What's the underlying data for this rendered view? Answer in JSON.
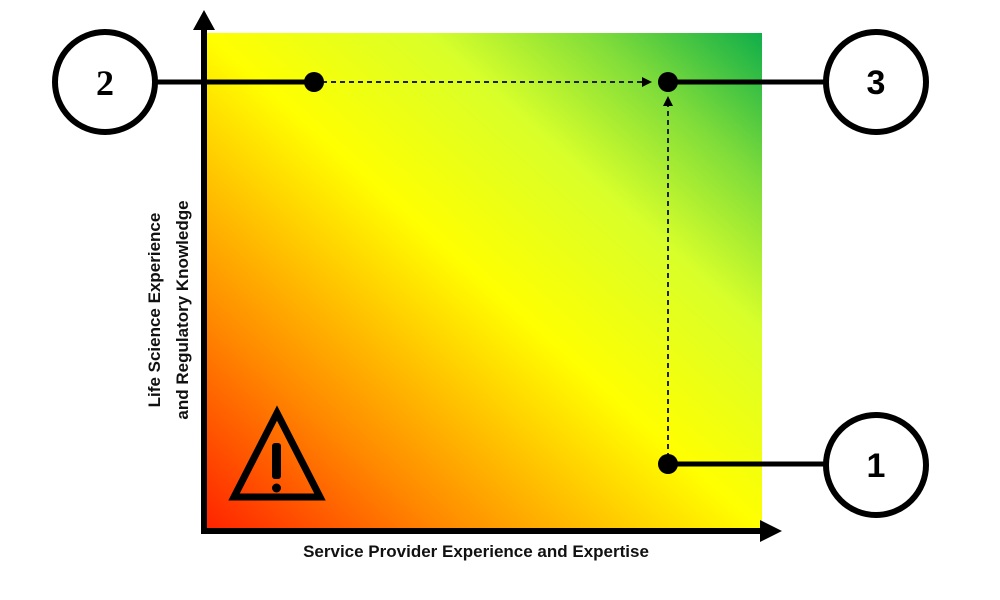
{
  "diagram": {
    "type": "quadrant-path",
    "x_axis_label": "Service Provider Experience and Expertise",
    "y_axis_label_line1": "Life Science Experience",
    "y_axis_label_line2": "and Regulatory Knowledge",
    "gradient": {
      "bottom_left": "#ff2a00",
      "middle": "#ffff00",
      "top_right": "#12b04a"
    },
    "warning_icon": "warning-triangle-icon",
    "markers": [
      {
        "id": "1",
        "label": "1",
        "position": "bottom-right"
      },
      {
        "id": "2",
        "label": "2",
        "position": "top-left"
      },
      {
        "id": "3",
        "label": "3",
        "position": "top-right"
      }
    ],
    "paths": [
      {
        "from": "2",
        "to": "3",
        "style": "dashed-arrow"
      },
      {
        "from": "1",
        "to": "3",
        "style": "dashed-arrow"
      }
    ]
  }
}
